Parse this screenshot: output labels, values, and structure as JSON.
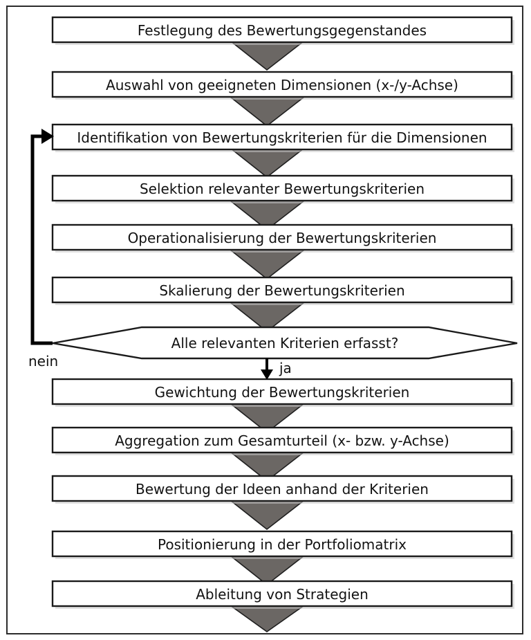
{
  "figure": {
    "kind": "flowchart",
    "language": "de",
    "colors": {
      "background": "#ffffff",
      "frame_border": "#2b2b2b",
      "box_fill": "#ffffff",
      "box_border": "#1a1a1a",
      "connector_fill": "#6b6764",
      "connector_border": "#1f1f1f",
      "text": "#121212",
      "loop_line": "#000000"
    }
  },
  "nodes": [
    {
      "id": "n1",
      "shape": "process",
      "label": "Festlegung des Bewertungsgegenstandes"
    },
    {
      "id": "n2",
      "shape": "process",
      "label": "Auswahl von geeigneten Dimensionen (x-/y-Achse)"
    },
    {
      "id": "n3",
      "shape": "process",
      "label": "Identifikation von Bewertungskriterien für die Dimensionen"
    },
    {
      "id": "n4",
      "shape": "process",
      "label": "Selektion relevanter Bewertungskriterien"
    },
    {
      "id": "n5",
      "shape": "process",
      "label": "Operationalisierung der Bewertungskriterien"
    },
    {
      "id": "n6",
      "shape": "process",
      "label": "Skalierung der Bewertungskriterien"
    },
    {
      "id": "n7",
      "shape": "decision",
      "label": "Alle relevanten Kriterien erfasst?"
    },
    {
      "id": "n8",
      "shape": "process",
      "label": "Gewichtung der Bewertungskriterien"
    },
    {
      "id": "n9",
      "shape": "process",
      "label": "Aggregation zum Gesamturteil (x- bzw. y-Achse)"
    },
    {
      "id": "n10",
      "shape": "process",
      "label": "Bewertung der Ideen anhand der Kriterien"
    },
    {
      "id": "n11",
      "shape": "process",
      "label": "Positionierung in der Portfoliomatrix"
    },
    {
      "id": "n12",
      "shape": "process",
      "label": "Ableitung von Strategien"
    }
  ],
  "edge_labels": {
    "no": "nein",
    "yes": "ja"
  }
}
